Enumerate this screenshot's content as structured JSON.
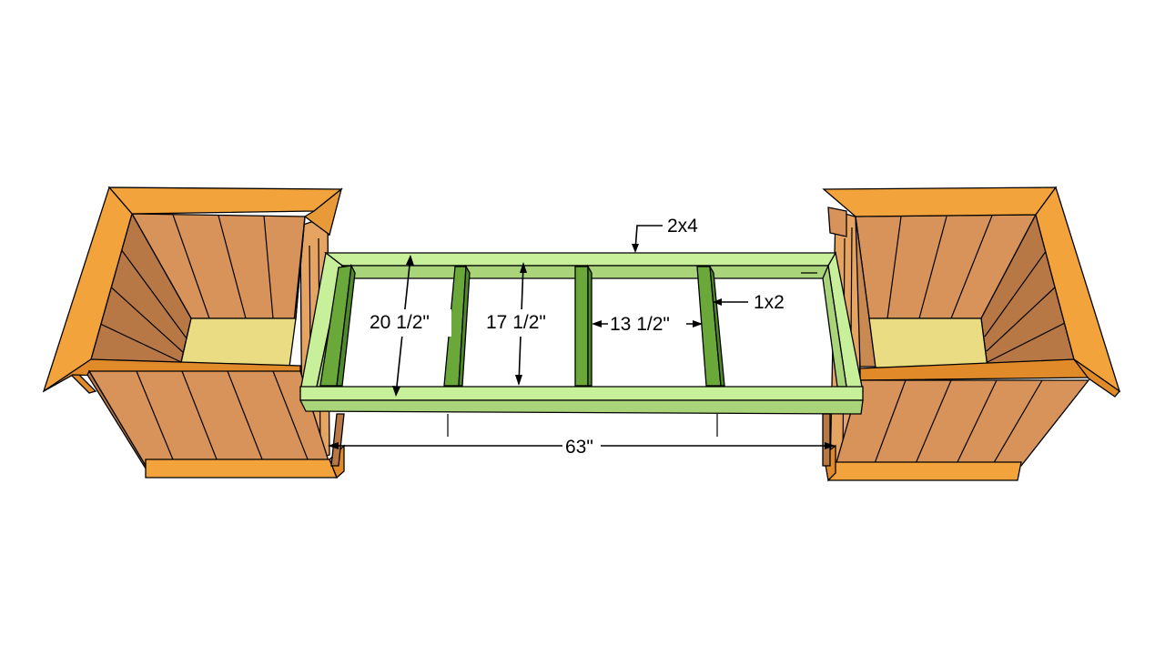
{
  "labels": {
    "frame_lumber": "2x4",
    "slat_lumber": "1x2",
    "frame_depth": "20 1/2\"",
    "inner_depth": "17 1/2\"",
    "slat_spacing": "13 1/2\"",
    "overall_length": "63\""
  },
  "colors": {
    "frame": "#c8ef9a",
    "frame_side": "#a9d47a",
    "slats": "#6aa83a",
    "slats_side": "#4f8a2a",
    "planter_wood": "#d7935a",
    "planter_trim": "#f3a33b",
    "planter_trim_dark": "#e08a2a",
    "soil": "#eadc82"
  }
}
